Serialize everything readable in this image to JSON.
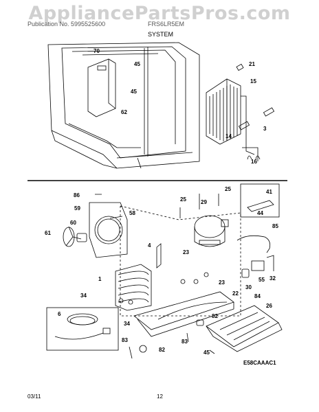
{
  "watermark": "AppliancePartsPros.com",
  "header": {
    "left": "Publication No. 5995525600",
    "right": "FRS6LR5EM",
    "section": "SYSTEM"
  },
  "callouts": [
    "70",
    "45",
    "45",
    "62",
    "21",
    "15",
    "3",
    "14",
    "16",
    "86",
    "59",
    "58",
    "60",
    "61",
    "4",
    "25",
    "25",
    "29",
    "41",
    "44",
    "85",
    "1",
    "23",
    "23",
    "34",
    "34",
    "6",
    "22",
    "84",
    "26",
    "82",
    "30",
    "55",
    "32",
    "83",
    "83",
    "82",
    "45"
  ],
  "diagram_code": "E58CAAAC1",
  "footer": {
    "date": "03/11",
    "page": "12"
  },
  "colors": {
    "line": "#000000",
    "watermark": "#aaaaaa"
  }
}
